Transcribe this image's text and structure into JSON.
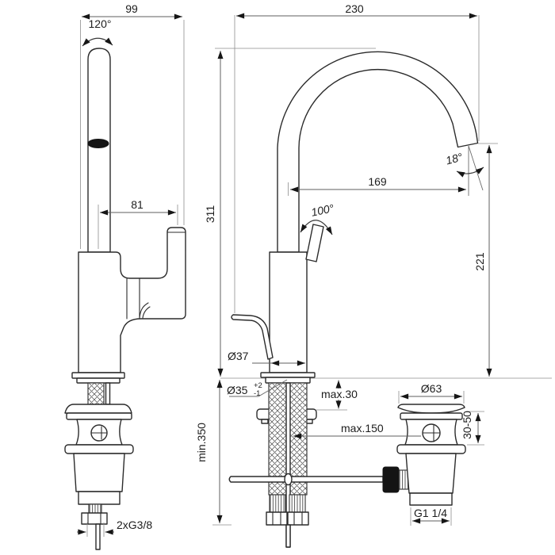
{
  "drawing": {
    "product": "basin-mixer-with-pop-up-waste",
    "dimensions": {
      "depth_top": "99",
      "swivel_angle": "120°",
      "spout_to_handle": "81",
      "width_top": "230",
      "height_total": "311",
      "spout_reach": "169",
      "outlet_angle": "18°",
      "handle_angle": "100°",
      "outlet_height": "221",
      "body_diameter": "Ø37",
      "hole_diameter": {
        "main": "Ø35",
        "sup": "+2",
        "sub": "-1"
      },
      "deck_max": "max.30",
      "hose_min": "min.350",
      "rod_max": "max.150",
      "waste_flange_diameter": "Ø63",
      "clamp_range": "30-50",
      "waste_thread": "G1 1/4",
      "supply_thread": "2xG3/8"
    }
  }
}
